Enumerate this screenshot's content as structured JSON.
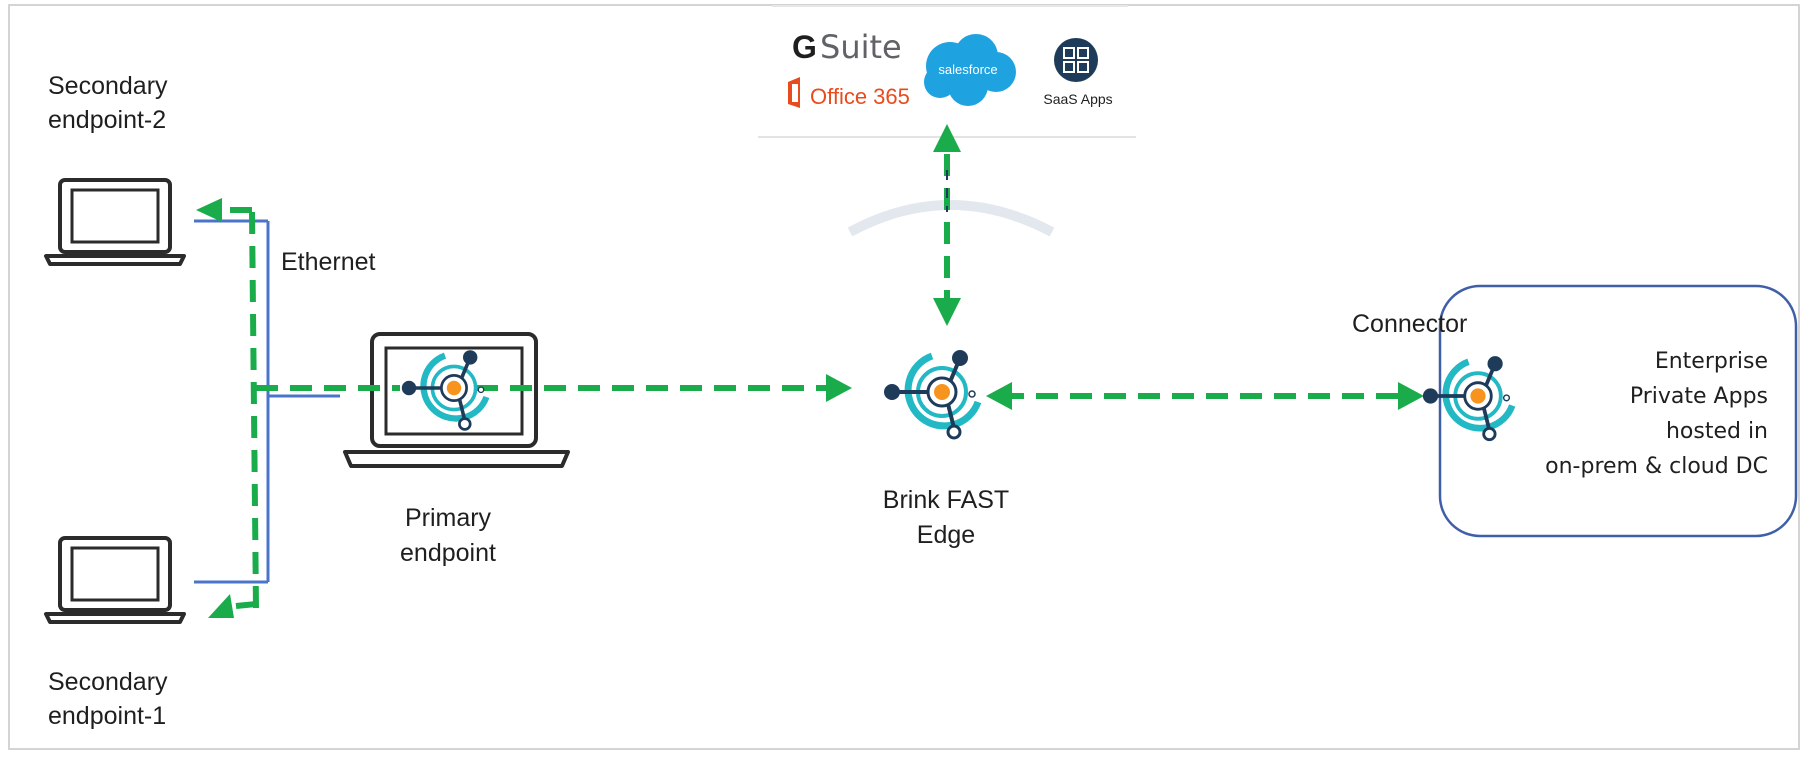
{
  "saas": {
    "gsuite_g": "G",
    "gsuite_word": "Suite",
    "office": "Office 365",
    "salesforce": "salesforce",
    "saas_apps": "SaaS Apps"
  },
  "labels": {
    "secondary2_line1": "Secondary",
    "secondary2_line2": "endpoint-2",
    "ethernet": "Ethernet",
    "primary_line1": "Primary",
    "primary_line2": "endpoint",
    "edge_line1": "Brink FAST",
    "edge_line2": "Edge",
    "connector": "Connector",
    "enterprise_line1": "Enterprise",
    "enterprise_line2": "Private Apps",
    "enterprise_line3": "hosted in",
    "enterprise_line4": "on-prem & cloud DC",
    "secondary1_line1": "Secondary",
    "secondary1_line2": "endpoint-1"
  },
  "colors": {
    "flow": "#1aac4a",
    "ethernet_line": "#4a74c9",
    "enterprise_border": "#3f5fa8",
    "node_ring": "#22b8c4",
    "node_dark": "#1e3b5a",
    "node_core": "#f7941d",
    "office_red": "#e84c1e",
    "salesforce_blue": "#1fa2e0"
  }
}
